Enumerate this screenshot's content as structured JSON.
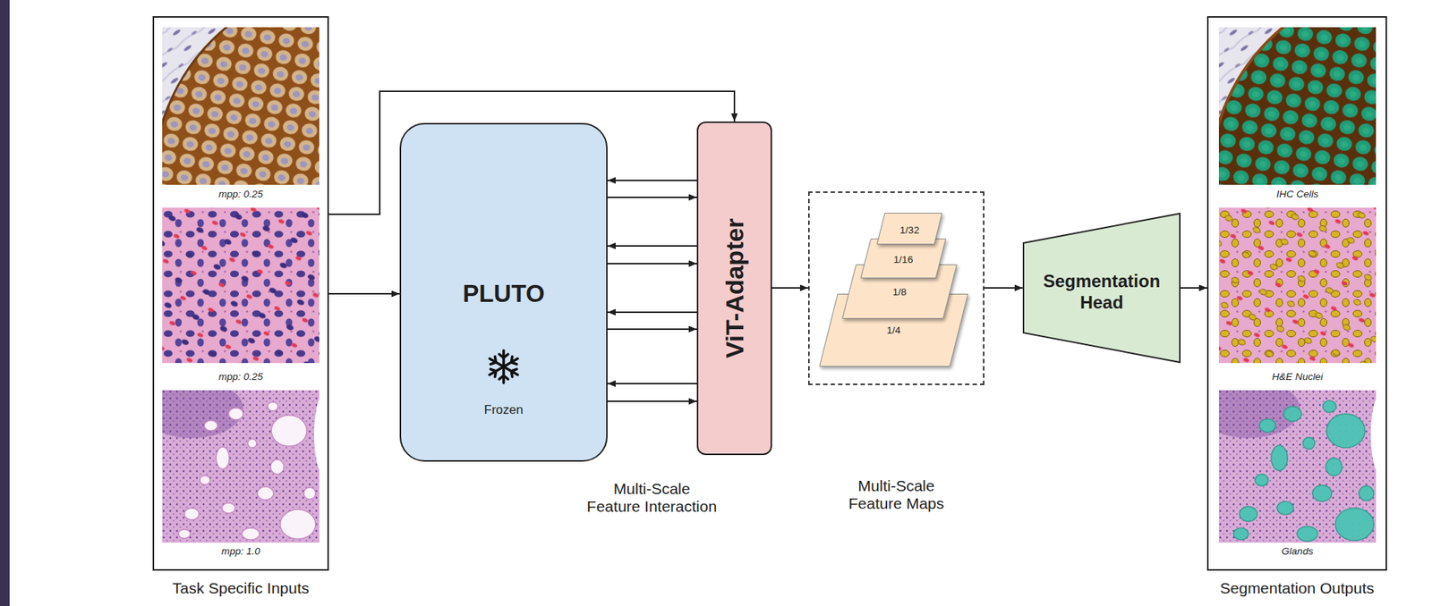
{
  "diagram": {
    "nodes": [
      {
        "text": [
          "Task Specific Inputs"
        ]
      },
      {
        "text": [
          "mpp: 0.25"
        ],
        "in": 0
      },
      {
        "text": [
          "mpp: 0.25"
        ],
        "in": 0
      },
      {
        "text": [
          "mpp: 1.0"
        ],
        "in": 0
      },
      {
        "text": [
          "PLUTO",
          "Frozen"
        ]
      },
      {
        "text": [
          "ViT-Adapter"
        ]
      },
      {
        "text": [
          "Multi-Scale Feature Maps"
        ]
      },
      {
        "text": [
          "1/32"
        ],
        "in": 6
      },
      {
        "text": [
          "1/16"
        ],
        "in": 6
      },
      {
        "text": [
          "1/8"
        ],
        "in": 6
      },
      {
        "text": [
          "1/4"
        ],
        "in": 6
      },
      {
        "text": [
          "Segmentation Head"
        ]
      },
      {
        "text": [
          "Segmentation Outputs"
        ]
      },
      {
        "text": [
          "IHC Cells"
        ],
        "in": 12
      },
      {
        "text": [
          "H&E Nuclei"
        ],
        "in": 12
      },
      {
        "text": [
          "Glands"
        ],
        "in": 12
      }
    ],
    "edges": [
      {
        "from": 0,
        "to": 4,
        "arrow": "to"
      },
      {
        "from": 0,
        "to": 5,
        "arrow": "to"
      },
      {
        "from": 5,
        "to": 4,
        "arrow": "to"
      },
      {
        "from": 4,
        "to": 5,
        "arrow": "to"
      },
      {
        "from": 5,
        "to": 4,
        "arrow": "to"
      },
      {
        "from": 4,
        "to": 5,
        "arrow": "to"
      },
      {
        "from": 5,
        "to": 4,
        "arrow": "to"
      },
      {
        "from": 4,
        "to": 5,
        "arrow": "to"
      },
      {
        "from": 5,
        "to": 4,
        "arrow": "to"
      },
      {
        "from": 4,
        "to": 5,
        "arrow": "to"
      },
      {
        "from": 5,
        "to": 6,
        "arrow": "to"
      },
      {
        "from": 6,
        "to": 11,
        "arrow": "to"
      },
      {
        "from": 11,
        "to": 12,
        "arrow": "to"
      }
    ],
    "labels": [
      "Multi-Scale Feature Interaction"
    ]
  }
}
